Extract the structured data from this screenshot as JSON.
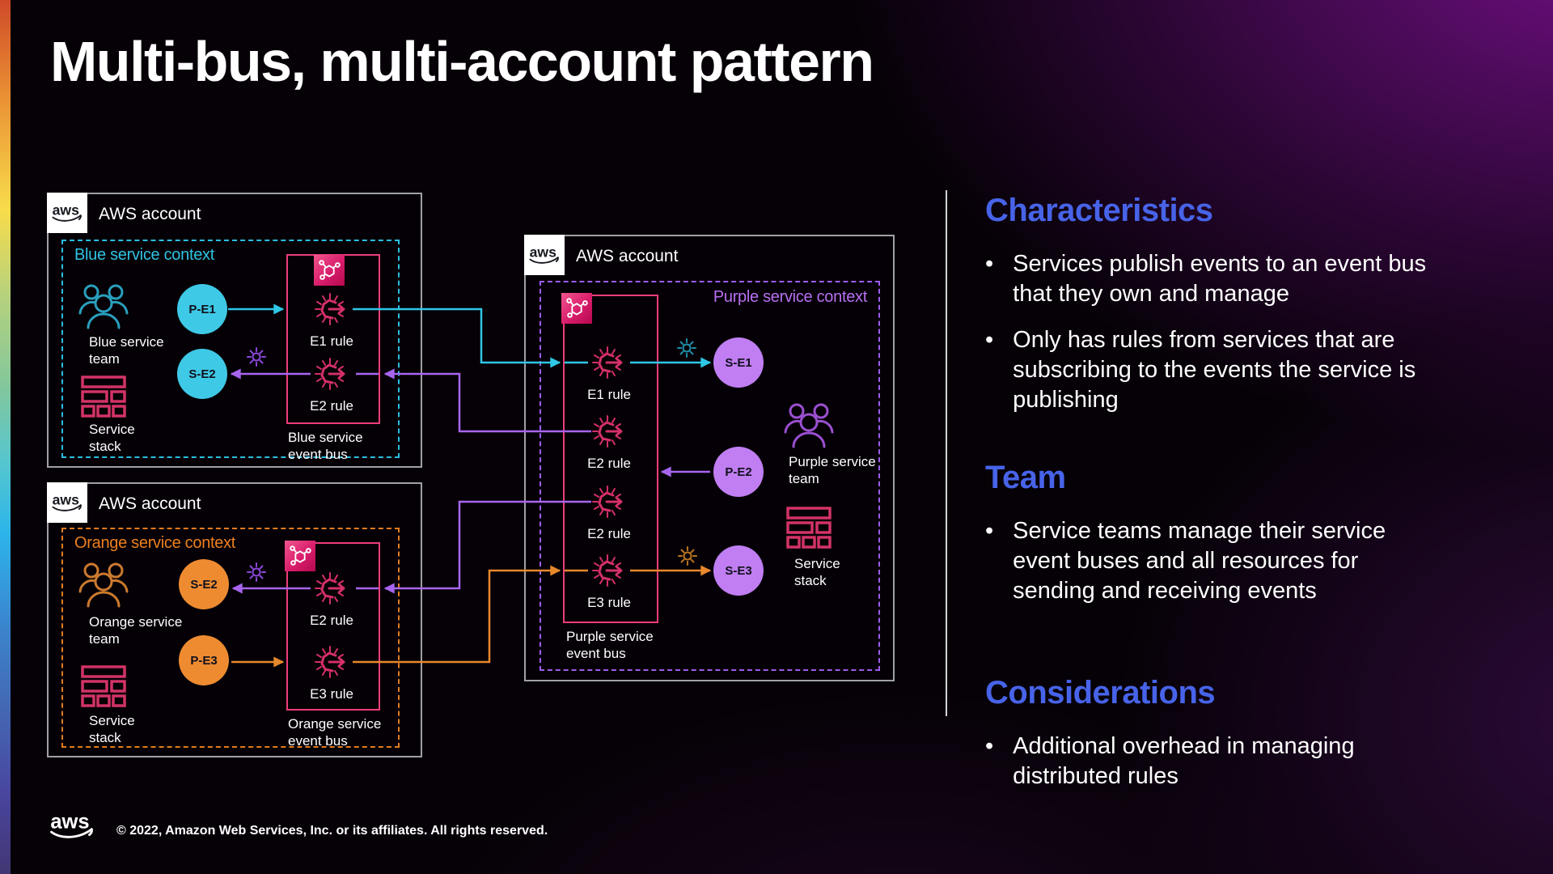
{
  "slide": {
    "title": "Multi-bus, multi-account pattern",
    "logo_text": "aws",
    "copyright": "© 2022, Amazon Web Services, Inc. or its affiliates. All rights reserved."
  },
  "diagram": {
    "accounts": [
      {
        "label": "AWS account",
        "context": "Blue service context",
        "team": "Blue service team",
        "stack": "Service stack",
        "bus": "Blue service event bus",
        "publisher": "P-E1",
        "subscriber": "S-E2",
        "rules": [
          "E1 rule",
          "E2 rule"
        ]
      },
      {
        "label": "AWS account",
        "context": "Orange service context",
        "team": "Orange service team",
        "stack": "Service stack",
        "bus": "Orange service event bus",
        "subscriber": "S-E2",
        "publisher": "P-E3",
        "rules": [
          "E2 rule",
          "E3 rule"
        ]
      },
      {
        "label": "AWS account",
        "context": "Purple service context",
        "team": "Purple service team",
        "stack": "Service stack",
        "bus": "Purple service event bus",
        "publisher": "P-E2",
        "subscribers": [
          "S-E1",
          "S-E3"
        ],
        "rules": [
          "E1 rule",
          "E2 rule",
          "E2 rule",
          "E3 rule"
        ]
      }
    ]
  },
  "panel": {
    "sections": [
      {
        "heading": "Characteristics",
        "bullets": [
          "Services publish events to an event bus that they own and manage",
          "Only has rules from services that are subscribing to the events the service is publishing"
        ]
      },
      {
        "heading": "Team",
        "bullets": [
          "Service teams manage their service event buses and all resources for sending and receiving events"
        ]
      },
      {
        "heading": "Considerations",
        "bullets": [
          "Additional overhead in managing distributed rules"
        ]
      }
    ]
  },
  "colors": {
    "heading_blue": "#4763e8",
    "cyan": "#3ec9e6",
    "orange": "#ee8b31",
    "purple_circle": "#c07ef2",
    "purple_line": "#a765ee",
    "bus_pink": "#ed3d7a",
    "rule_crimson": "#d43068",
    "context_cyan": "#29bfe2",
    "context_orange": "#e07c1e",
    "context_purple": "#9d5df0"
  }
}
